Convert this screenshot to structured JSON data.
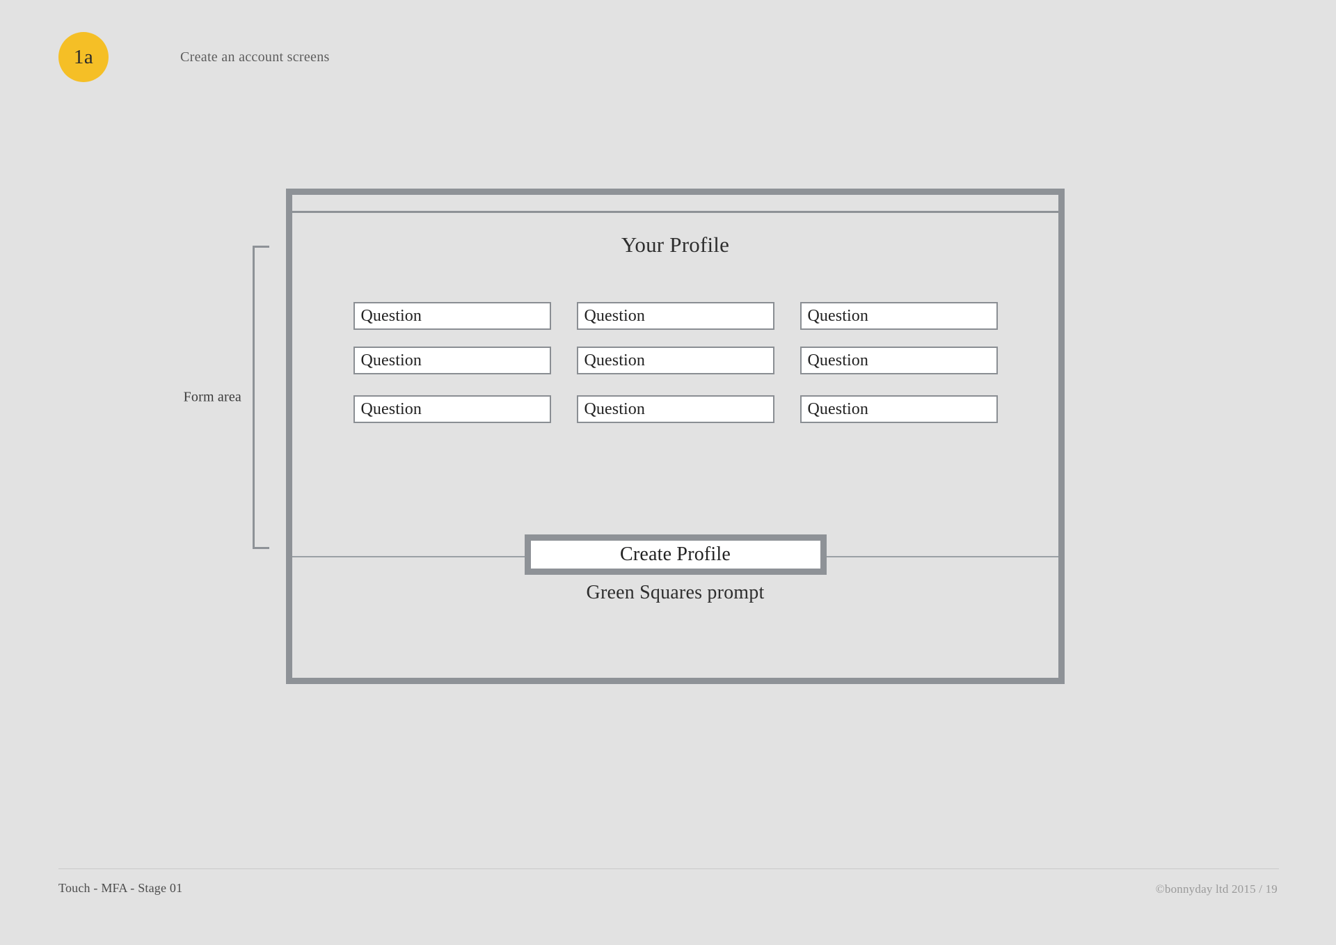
{
  "page": {
    "background_color": "#e2e2e2",
    "frame_border_color": "#8e9297"
  },
  "header": {
    "badge_label": "1a",
    "badge_color": "#f5bf26",
    "title": "Create an account screens"
  },
  "annotation": {
    "label": "Form area"
  },
  "wireframe": {
    "screen_title": "Your Profile",
    "form_rows": [
      [
        "Question",
        "Question",
        "Question"
      ],
      [
        "Question",
        "Question",
        "Question"
      ],
      [
        "Question",
        "Question",
        "Question"
      ]
    ],
    "cta_label": "Create Profile",
    "prompt_caption": "Green Squares prompt"
  },
  "footer": {
    "left": "Touch - MFA - Stage 01",
    "right": "©bonnyday ltd 2015  /  19"
  }
}
